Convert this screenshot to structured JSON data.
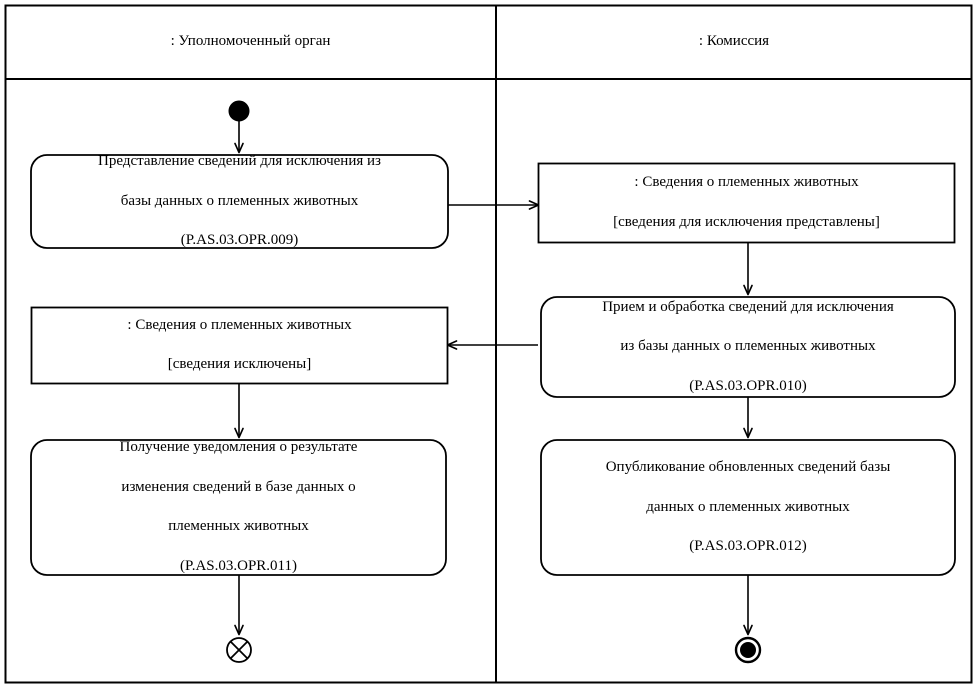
{
  "diagram": {
    "type": "uml-activity-diagram",
    "colors": {
      "stroke": "#000000",
      "fill": "#ffffff",
      "text": "#000000"
    },
    "lanes": [
      {
        "id": "lane-left",
        "title": ": Уполномоченный орган"
      },
      {
        "id": "lane-right",
        "title": ": Комиссия"
      }
    ],
    "nodes": {
      "initial": {
        "kind": "initial-node",
        "lane": "lane-left"
      },
      "left_action_1": {
        "kind": "action",
        "lane": "lane-left",
        "line1": "Представление сведений для исключения из",
        "line2": "базы данных о племенных животных",
        "line3": "(P.AS.03.OPR.009)"
      },
      "right_object_1": {
        "kind": "object-node",
        "lane": "lane-right",
        "line1": ": Сведения о племенных животных",
        "line2": "[сведения для исключения представлены]"
      },
      "right_action_1": {
        "kind": "action",
        "lane": "lane-right",
        "line1": "Прием и обработка сведений для исключения",
        "line2": "из базы данных о племенных животных",
        "line3": "(P.AS.03.OPR.010)"
      },
      "left_object_1": {
        "kind": "object-node",
        "lane": "lane-left",
        "line1": ": Сведения о племенных животных",
        "line2": "[сведения исключены]"
      },
      "left_action_2": {
        "kind": "action",
        "lane": "lane-left",
        "line1": "Получение уведомления о результате",
        "line2": "изменения сведений в базе данных о",
        "line3": "племенных животных",
        "line4": "(P.AS.03.OPR.011)"
      },
      "right_action_2": {
        "kind": "action",
        "lane": "lane-right",
        "line1": "Опубликование обновленных сведений базы",
        "line2": "данных о племенных животных",
        "line3": "(P.AS.03.OPR.012)"
      },
      "flow_final": {
        "kind": "flow-final-node",
        "lane": "lane-left"
      },
      "activity_final": {
        "kind": "activity-final-node",
        "lane": "lane-right"
      }
    },
    "edges": [
      {
        "from": "initial",
        "to": "left_action_1",
        "direction": "down"
      },
      {
        "from": "left_action_1",
        "to": "right_object_1",
        "direction": "right"
      },
      {
        "from": "right_object_1",
        "to": "right_action_1",
        "direction": "down"
      },
      {
        "from": "right_action_1",
        "to": "left_object_1",
        "direction": "left"
      },
      {
        "from": "left_object_1",
        "to": "left_action_2",
        "direction": "down"
      },
      {
        "from": "left_action_2",
        "to": "flow_final",
        "direction": "down"
      },
      {
        "from": "right_action_1",
        "to": "right_action_2",
        "direction": "down"
      },
      {
        "from": "right_action_2",
        "to": "activity_final",
        "direction": "down"
      }
    ]
  }
}
